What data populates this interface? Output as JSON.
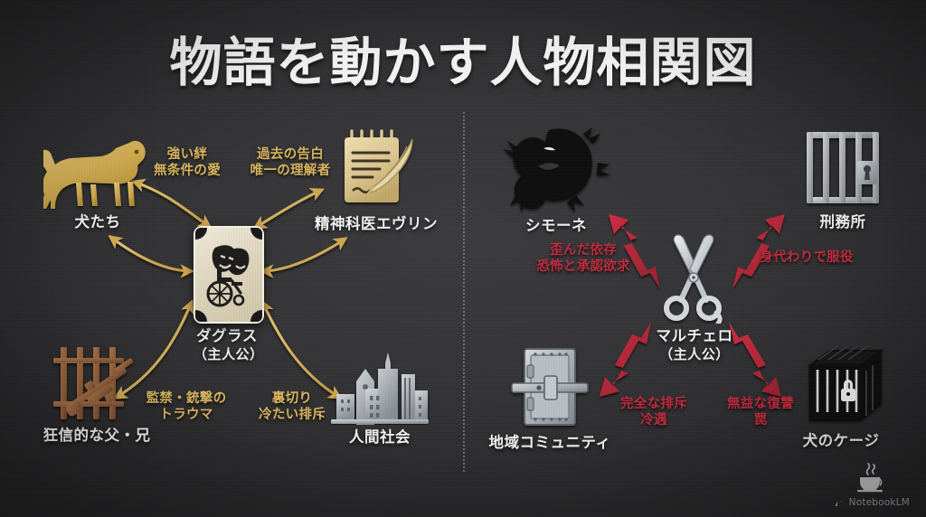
{
  "title": "物語を動かす人物相関図",
  "theme": {
    "background_dark": "#232325",
    "background_center": "#3a3a3d",
    "gold": "#d8b45e",
    "red": "#c0293c",
    "text": "#f0f0f0"
  },
  "divider": {
    "style": "dotted-vertical",
    "color": "#8e8e90"
  },
  "left_map": {
    "center": {
      "name": "ダグラス",
      "role": "（主人公）",
      "icon": "theater-masks-wheelchair-card-icon"
    },
    "nodes": [
      {
        "id": "dogs",
        "label": "犬たち",
        "icon": "dog-icon"
      },
      {
        "id": "evelyn",
        "label": "精神科医エヴリン",
        "icon": "notepad-quill-icon"
      },
      {
        "id": "family",
        "label": "狂信的な父・兄",
        "icon": "bars-rifle-icon"
      },
      {
        "id": "society",
        "label": "人間社会",
        "icon": "city-skyline-icon"
      }
    ],
    "edges": [
      {
        "id": "dogs",
        "line1": "強い絆",
        "line2": "無条件の愛"
      },
      {
        "id": "evelyn",
        "line1": "過去の告白",
        "line2": "唯一の理解者"
      },
      {
        "id": "family",
        "line1": "監禁・銃撃の",
        "line2": "トラウマ"
      },
      {
        "id": "society",
        "line1": "裏切り",
        "line2": "冷たい排斥"
      }
    ]
  },
  "right_map": {
    "center": {
      "name": "マルチェロ",
      "role": "（主人公）",
      "icon": "scissors-icon"
    },
    "nodes": [
      {
        "id": "simone",
        "label": "シモーネ",
        "icon": "dark-creature-icon"
      },
      {
        "id": "prison",
        "label": "刑務所",
        "icon": "prison-bars-icon"
      },
      {
        "id": "community",
        "label": "地域コミュニティ",
        "icon": "barred-door-icon"
      },
      {
        "id": "cage",
        "label": "犬のケージ",
        "icon": "locked-cage-icon"
      }
    ],
    "edges": [
      {
        "id": "simone",
        "line1": "歪んだ依存",
        "line2": "恐怖と承認欲求"
      },
      {
        "id": "prison",
        "line1": "身代わりで服役",
        "line2": ""
      },
      {
        "id": "community",
        "line1": "完全な排斥",
        "line2": "冷遇"
      },
      {
        "id": "cage",
        "line1": "無益な復讐",
        "line2": "罠"
      }
    ]
  },
  "watermark": {
    "label": "NotebookLM",
    "icon": "coffee-cup-icon"
  }
}
